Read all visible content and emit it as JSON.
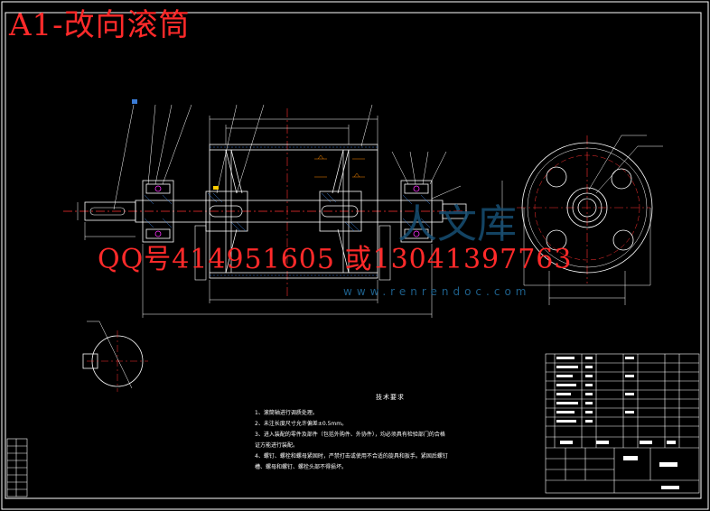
{
  "title": "A1-改向滚筒",
  "contact": "QQ号414951605 或13041397763",
  "watermark": {
    "site_cn": "人文库",
    "site_url": "www.renrendoc.com"
  },
  "tech_requirements": {
    "heading": "技术要求",
    "items": [
      "1、滚筒轴进行调质处理。",
      "2、未注长度尺寸允许偏差±0.5mm。",
      "3、进入装配的零件及部件（包括外购件、外协件），均必须具有检验部门的合格",
      "   证方能进行装配。",
      "4、螺钉、螺栓和螺母紧固时，严禁打击或使用不合适的旋具和扳手。紧固后螺钉",
      "   槽、螺母和螺钉、螺栓头部不得损坏。"
    ]
  },
  "colors": {
    "background": "#000000",
    "lines": "#ffffff",
    "overlay_red": "#ff2a2a",
    "center_line": "#ff3030",
    "hatch": "#3a7bd5",
    "magenta": "#ff30ff",
    "watermark": "#174f74"
  }
}
